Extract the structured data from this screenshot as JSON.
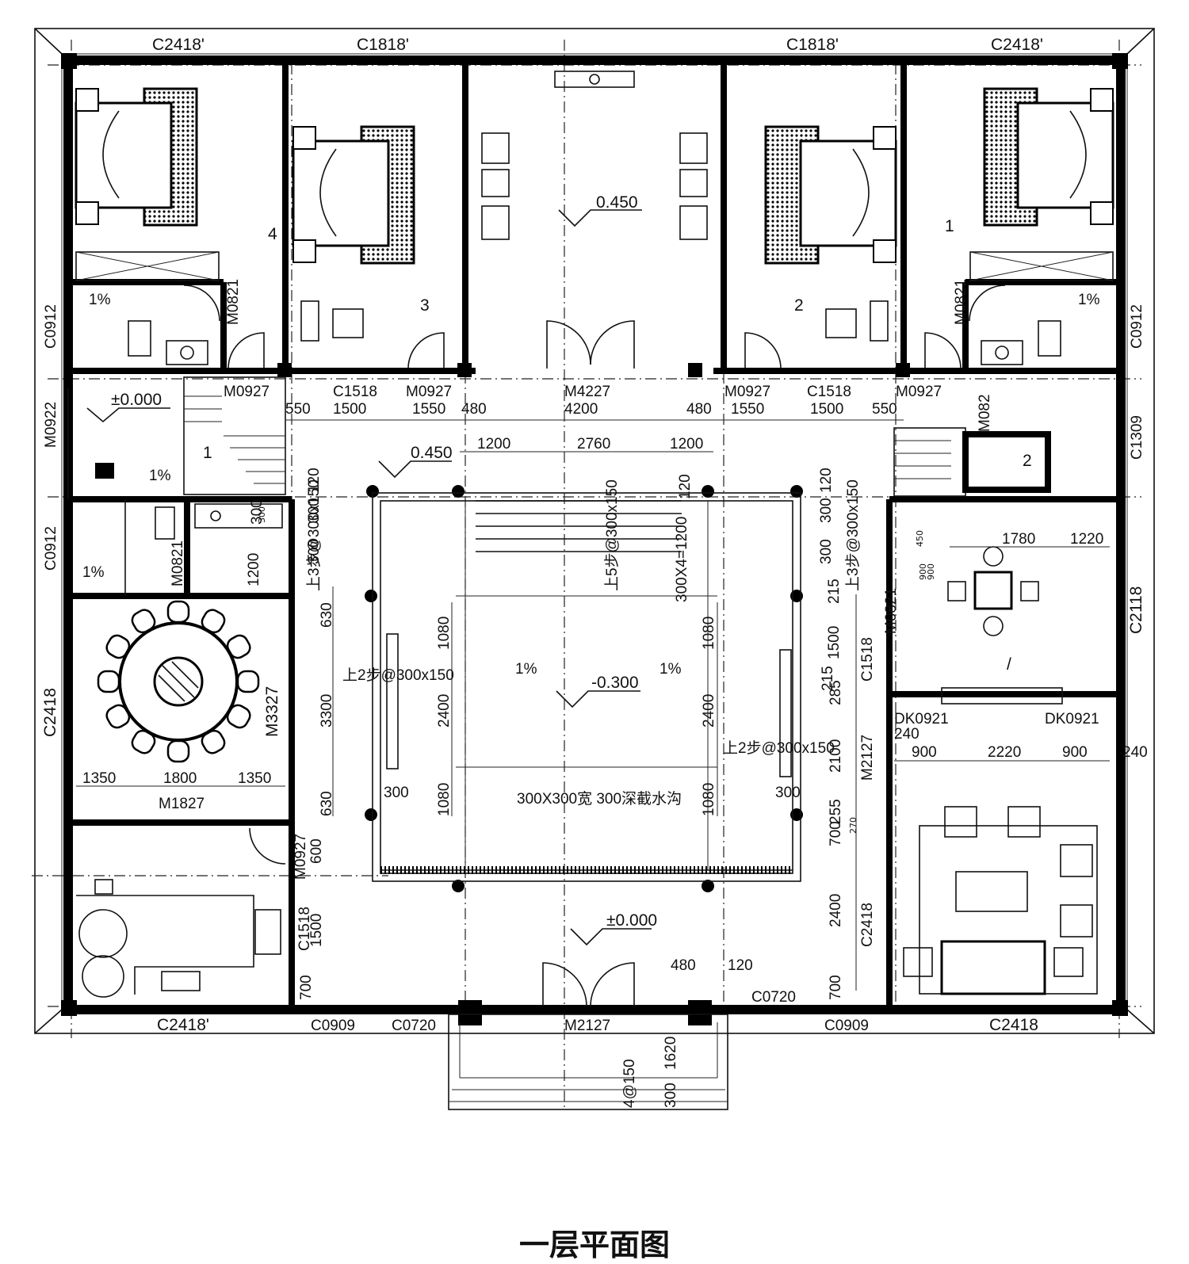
{
  "title": "一层平面图",
  "top_windows": [
    "C2418'",
    "C1818'",
    "C1818'",
    "C2418'"
  ],
  "bottom_windows": [
    "C2418'",
    "C0909",
    "C0720",
    "M2127",
    "C0909",
    "C2418"
  ],
  "side_windows": [
    "C0912",
    "C0912",
    "C0912",
    "M0922",
    "C1309",
    "C2418",
    "C2118"
  ],
  "doors": [
    "M0927",
    "C1518",
    "M0927",
    "M4227",
    "M0927",
    "C1518",
    "M0927",
    "M0821",
    "M0821",
    "M0821",
    "M082",
    "M0821",
    "M3327",
    "M1827",
    "M0927",
    "M2127",
    "DK0921",
    "DK0921",
    "C1518",
    "C2418",
    "C1518",
    "C0720"
  ],
  "levels": [
    "0.450",
    "0.450",
    "±0.000",
    "-0.300",
    "±0.000"
  ],
  "slopes": [
    "1%",
    "1%",
    "1%",
    "1%",
    "1%",
    "1%"
  ],
  "room_numbers": [
    "4",
    "3",
    "2",
    "1",
    "1",
    "2",
    "/"
  ],
  "dims": {
    "row1": [
      "550",
      "1500",
      "1550",
      "480",
      "4200",
      "480",
      "1550",
      "1500",
      "550"
    ],
    "row2": [
      "1200",
      "2760",
      "1200"
    ],
    "left_col": [
      "120",
      "300",
      "300",
      "1200",
      "300",
      "630",
      "3300",
      "630",
      "600",
      "1500",
      "700"
    ],
    "center_left": [
      "1080",
      "2400",
      "1080"
    ],
    "center_right": [
      "120",
      "1080",
      "2400",
      "1080"
    ],
    "right_col": [
      "120",
      "300",
      "300",
      "215",
      "1500",
      "215",
      "285",
      "2100",
      "255",
      "700",
      "2400",
      "700"
    ],
    "dining": [
      "1350",
      "1800",
      "1350"
    ],
    "right_room": [
      "1780",
      "1220",
      "900",
      "2220",
      "900",
      "240",
      "240"
    ],
    "stairs": [
      "上3步@300x150",
      "上3步@300x150",
      "上5步@300x150",
      "300X4=1200",
      "上2步@300x150",
      "上2步@300x150"
    ],
    "front": [
      "1620",
      "300",
      "480",
      "120",
      "4@150",
      "300",
      "300"
    ],
    "gutter": "300X300宽 300深截水沟",
    "small": [
      "450",
      "900",
      "300",
      "270",
      "900"
    ]
  }
}
